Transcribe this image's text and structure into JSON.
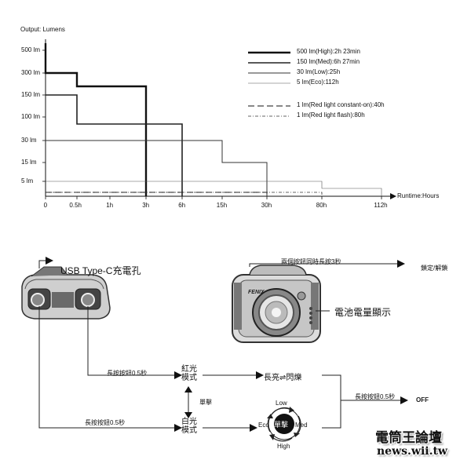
{
  "chart_data": {
    "type": "line",
    "title": "Output: Lumens",
    "xlabel": "Runtime:Hours",
    "ylabel": "Output: Lumens",
    "x_tick_labels": [
      "0",
      "0.5h",
      "1h",
      "3h",
      "6h",
      "15h",
      "30h",
      "80h",
      "112h"
    ],
    "y_tick_labels": [
      "500 lm",
      "300 lm",
      "150 lm",
      "100 lm",
      "30 lm",
      "15 lm",
      "5 lm"
    ],
    "x_scale": "categorical",
    "y_scale": "categorical",
    "grid": false,
    "legend_position": "top-right",
    "series": [
      {
        "name": "500 lm(High):2h 23min",
        "style": "thick",
        "points": [
          [
            "0",
            500
          ],
          [
            "0",
            530
          ],
          [
            "0",
            300
          ],
          [
            "0.5h",
            300
          ],
          [
            "0.5h",
            200
          ],
          [
            "1h",
            200
          ],
          [
            "1h",
            200
          ],
          [
            "3h",
            200
          ],
          [
            "3h",
            0
          ]
        ]
      },
      {
        "name": "150 lm(Med):6h 27min",
        "style": "medium",
        "points": [
          [
            "0",
            150
          ],
          [
            "0.5h",
            150
          ],
          [
            "0.5h",
            80
          ],
          [
            "1h",
            80
          ],
          [
            "3h",
            80
          ],
          [
            "6h",
            80
          ],
          [
            "6h",
            0
          ]
        ]
      },
      {
        "name": "30 lm(Low):25h",
        "style": "thin",
        "points": [
          [
            "0",
            30
          ],
          [
            "3h",
            30
          ],
          [
            "6h",
            30
          ],
          [
            "15h",
            30
          ],
          [
            "15h",
            15
          ],
          [
            "30h",
            15
          ],
          [
            "30h",
            0
          ]
        ]
      },
      {
        "name": "5 lm(Eco):112h",
        "style": "hairline",
        "points": [
          [
            "0",
            5
          ],
          [
            "30h",
            5
          ],
          [
            "80h",
            5
          ],
          [
            "80h",
            2
          ],
          [
            "112h",
            2
          ],
          [
            "112h",
            0
          ]
        ]
      },
      {
        "name": "1 lm(Red light constant-on):40h",
        "style": "dashed",
        "points": [
          [
            "0",
            1
          ],
          [
            "30h",
            1
          ],
          [
            "30h",
            0
          ]
        ]
      },
      {
        "name": "1 lm(Red light flash):80h",
        "style": "dashdot",
        "points": [
          [
            "0",
            1
          ],
          [
            "80h",
            1
          ],
          [
            "80h",
            0
          ]
        ]
      }
    ]
  },
  "diagram": {
    "usb_label": "USB Type-C充電孔",
    "both_buttons_label": "兩個按鈕同時長按3秒",
    "lock_label": "鎖定/解鎖",
    "battery_label": "電池電量顯示",
    "long_press_red": "長按按鈕0.5秒",
    "long_press_white": "長按按鈕0.5秒",
    "long_press_off": "長按按鈕0.5秒",
    "red_mode": "紅光\n模式",
    "white_mode": "白光\n模式",
    "single_click": "單擊",
    "constant_flash": "長亮⇌閃爍",
    "off_label": "OFF",
    "cycle_center": "單擊",
    "cycle_low": "Low",
    "cycle_med": "Med",
    "cycle_high": "High",
    "cycle_eco": "Eco",
    "brand": "FENIX",
    "watermark_title": "電筒王論壇",
    "watermark_url": "news.wii.tw"
  }
}
